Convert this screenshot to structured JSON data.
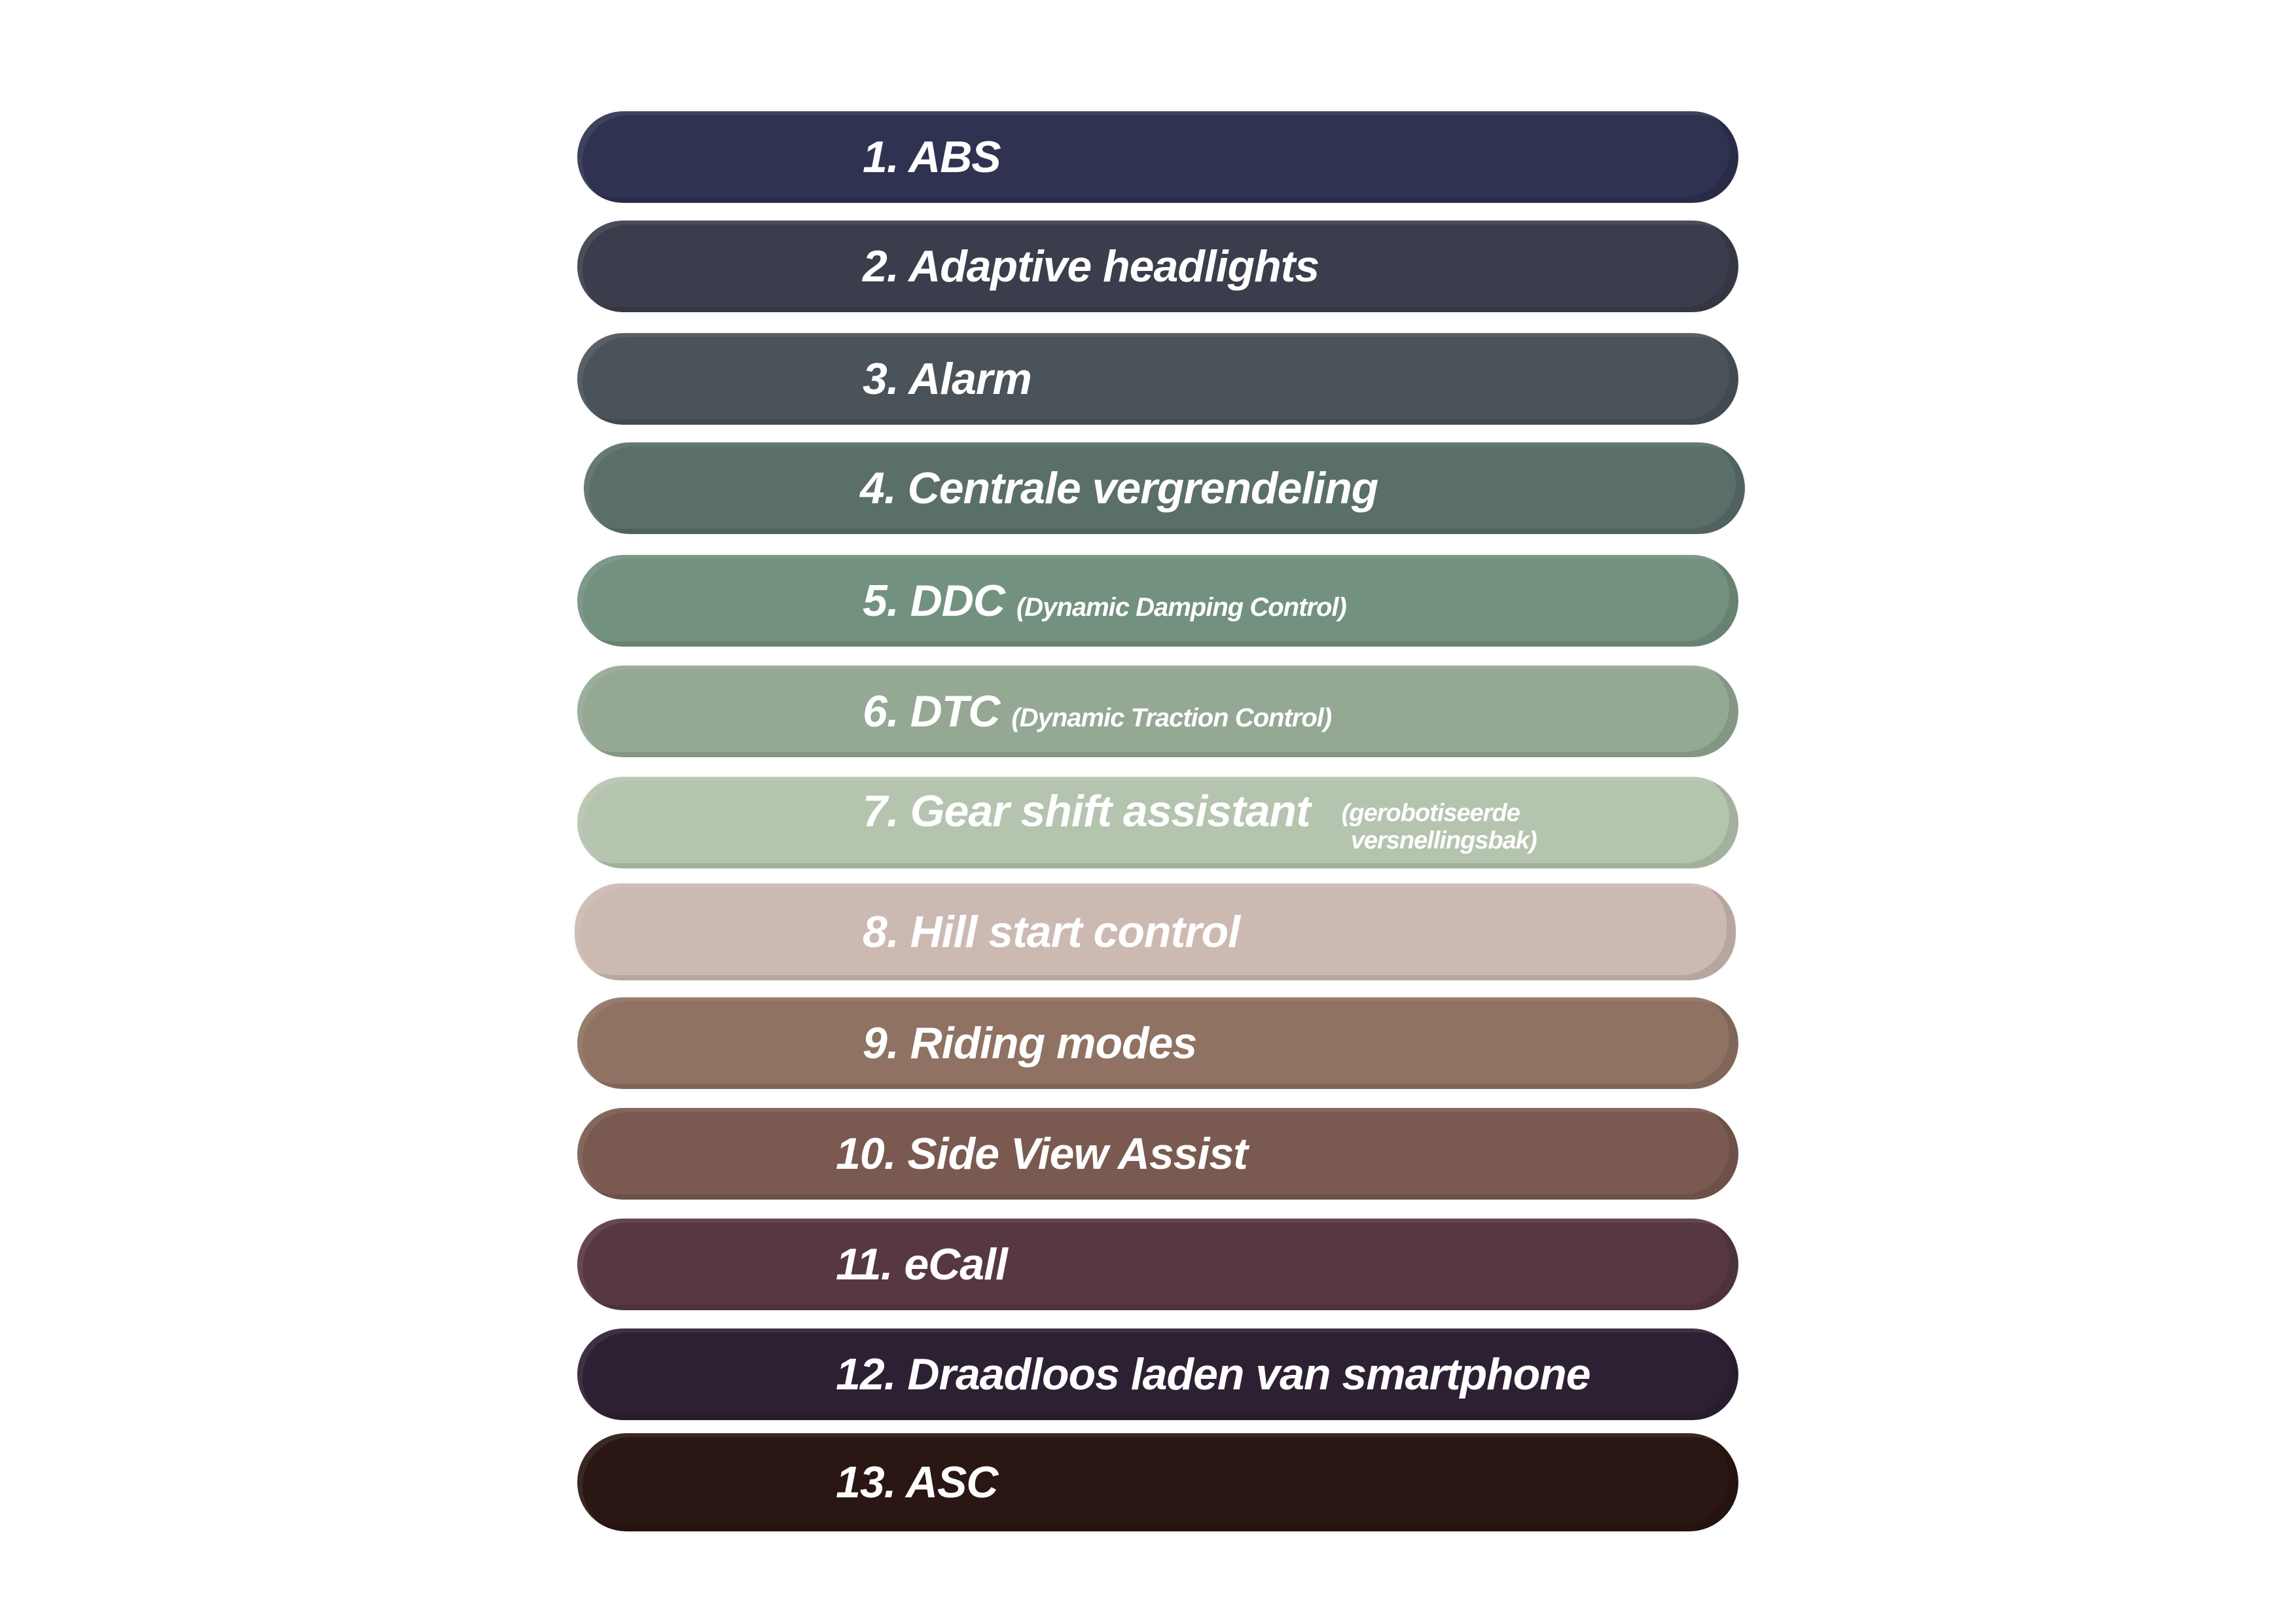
{
  "items": [
    {
      "label": "1. ABS",
      "color": "#2f3250"
    },
    {
      "label": "2. Adaptive headlights",
      "color": "#3a3d4b"
    },
    {
      "label": "3. Alarm",
      "color": "#4a525a"
    },
    {
      "label": "4. Centrale vergrendeling",
      "color": "#5a6e6a"
    },
    {
      "label": "5. DDC",
      "sub": "(Dynamic Damping Control)",
      "color": "#73917f"
    },
    {
      "label": "6. DTC",
      "sub": "(Dynamic Traction Control)",
      "color": "#94a894"
    },
    {
      "label": "7. Gear shift assistant",
      "sub_line1": "(gerobotiseerde",
      "sub_line2": "versnellingsbak)",
      "color": "#b5c4ae"
    },
    {
      "label": "8. Hill start control",
      "color": "#ccb9b2"
    },
    {
      "label": "9. Riding modes",
      "color": "#8f7262"
    },
    {
      "label": "10. Side View Assist",
      "color": "#7a5a50"
    },
    {
      "label": "11. eCall",
      "color": "#573840"
    },
    {
      "label": "12. Draadloos laden van smartphone",
      "color": "#2e2033"
    },
    {
      "label": "13. ASC",
      "color": "#2a1612"
    }
  ]
}
